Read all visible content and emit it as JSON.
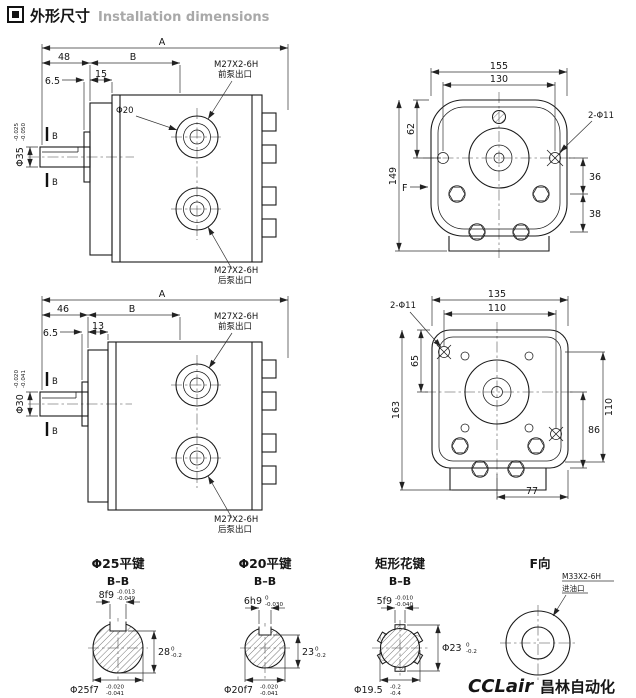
{
  "header": {
    "title_zh": "外形尺寸",
    "title_en": "Installation dimensions"
  },
  "pump1_side": {
    "dim_a": "A",
    "dim_48": "48",
    "dim_b": "B",
    "dim_6_5": "6.5",
    "dim_15": "15",
    "dim_phi20": "Φ20",
    "dim_phi35": "Φ35",
    "phi35_tol_up": "-0.025",
    "phi35_tol_low": "-0.050",
    "section_mark": "B",
    "port_front_thread": "M27X2-6H",
    "port_front_name": "前泵出口",
    "port_rear_thread": "M27X2-6H",
    "port_rear_name": "后泵出口"
  },
  "pump1_front": {
    "dim_155": "155",
    "dim_130": "130",
    "dim_62": "62",
    "dim_149": "149",
    "dim_36": "36",
    "dim_38": "38",
    "dim_holes": "2-Φ11",
    "view_arrow": "F"
  },
  "pump2_side": {
    "dim_a": "A",
    "dim_46": "46",
    "dim_b": "B",
    "dim_6_5": "6.5",
    "dim_13": "13",
    "dim_phi30": "Φ30",
    "phi30_tol_up": "-0.020",
    "phi30_tol_low": "-0.041",
    "section_mark": "B",
    "port_front_thread": "M27X2-6H",
    "port_front_name": "前泵出口",
    "port_rear_thread": "M27X2-6H",
    "port_rear_name": "后泵出口"
  },
  "pump2_front": {
    "dim_135": "135",
    "dim_110": "110",
    "dim_65": "65",
    "dim_163": "163",
    "dim_86": "86",
    "dim_110b": "110",
    "dim_77": "77",
    "dim_holes": "2-Φ11"
  },
  "sections": {
    "key25": {
      "title": "Φ25平键",
      "view": "B–B",
      "key_dim": "8f9",
      "key_tol_up": "-0.013",
      "key_tol_low": "-0.049",
      "shaft_dim": "Φ25f7",
      "shaft_tol_up": "-0.020",
      "shaft_tol_low": "-0.041",
      "height_dim": "28",
      "height_tol_up": "0",
      "height_tol_low": "-0.2"
    },
    "key20": {
      "title": "Φ20平键",
      "view": "B–B",
      "key_dim": "6h9",
      "key_tol_up": "0",
      "key_tol_low": "-0.030",
      "shaft_dim": "Φ20f7",
      "shaft_tol_up": "-0.020",
      "shaft_tol_low": "-0.041",
      "height_dim": "23",
      "height_tol_up": "0",
      "height_tol_low": "-0.2"
    },
    "spline": {
      "title": "矩形花键",
      "view": "B–B",
      "key_dim": "5f9",
      "key_tol_up": "-0.010",
      "key_tol_low": "-0.040",
      "shaft_dim": "Φ19.5",
      "shaft_tol_up": "-0.2",
      "shaft_tol_low": "-0.4",
      "height_dim": "Φ23",
      "height_tol_up": "0",
      "height_tol_low": "-0.2"
    }
  },
  "view_f": {
    "title": "F向",
    "port_thread": "M33X2-6H",
    "port_name": "进油口"
  },
  "brand": {
    "latin": "CCLair",
    "chinese": "昌林自动化"
  }
}
